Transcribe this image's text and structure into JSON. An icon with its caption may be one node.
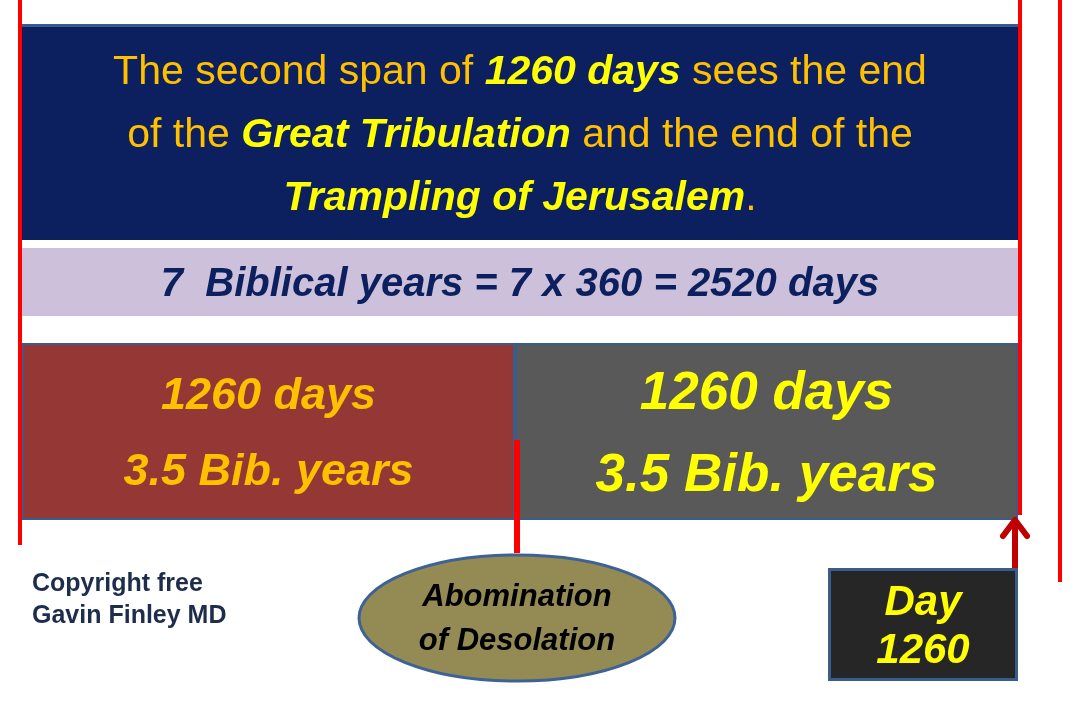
{
  "diagram": {
    "nodes": [
      {
        "text": [
          "The second span of **1260 days** sees the end of the **Great Tribulation** and the end of the **Trampling of Jerusalem**."
        ]
      },
      {
        "text": [
          "7  Biblical years = 7 x 360 = 2520 days"
        ]
      },
      {
        "text": [
          "1260 days",
          "3.5 Bib. years"
        ]
      },
      {
        "text": [
          "1260 days",
          "3.5 Bib. years"
        ]
      },
      {
        "text": [
          "Abomination of Desolation"
        ]
      },
      {
        "text": [
          "Day 1260"
        ]
      }
    ],
    "edges": [
      {
        "from": 4,
        "to": 2,
        "arrow": "none",
        "color": "#ff0000"
      },
      {
        "from": 5,
        "to": 3,
        "arrow": "to",
        "color": "#c00000"
      }
    ],
    "labels": [
      "Copyright free",
      "Gavin Finley MD"
    ]
  }
}
